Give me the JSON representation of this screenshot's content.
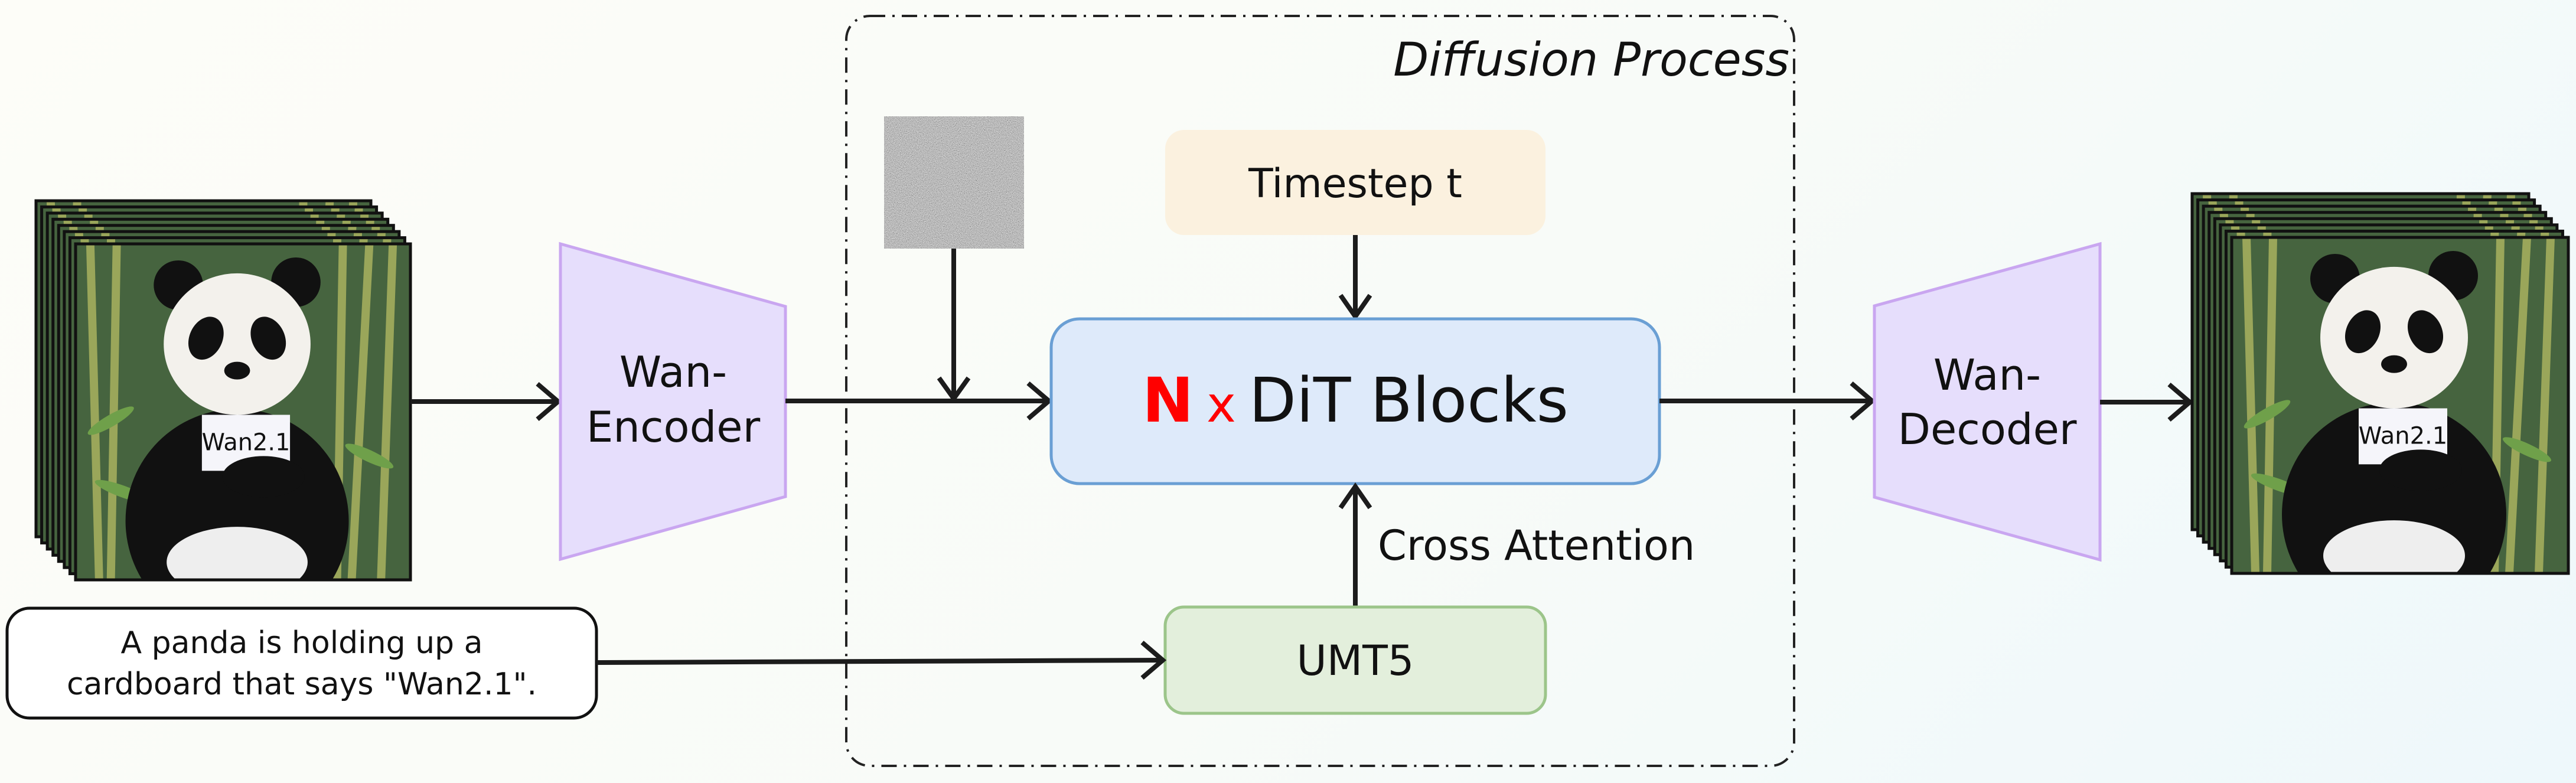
{
  "diffusion_region": {
    "title": "Diffusion Process"
  },
  "input_video": {
    "sign_text": "Wan2.1",
    "frame_count_shown": 8
  },
  "encoder": {
    "line1": "Wan-",
    "line2": "Encoder",
    "color": "#e6defc",
    "border": "#c9a6f0"
  },
  "decoder": {
    "line1": "Wan-",
    "line2": "Decoder",
    "color": "#e6defc",
    "border": "#c9a6f0"
  },
  "prompt": {
    "line1": "A panda is holding up a",
    "line2": "cardboard that says \"Wan2.1\"."
  },
  "timestep": {
    "label": "Timestep t",
    "color": "#fbf1df"
  },
  "dit": {
    "n": "N",
    "x": "x",
    "label": "DiT Blocks",
    "color": "#deeafa",
    "border": "#6a9fd4",
    "accent": "#ff0000"
  },
  "cross_attention": {
    "label": "Cross Attention"
  },
  "umt5": {
    "label": "UMT5",
    "color": "#e3efdc",
    "border": "#9cc58a"
  },
  "output_video": {
    "sign_text": "Wan2.1",
    "frame_count_shown": 8
  }
}
